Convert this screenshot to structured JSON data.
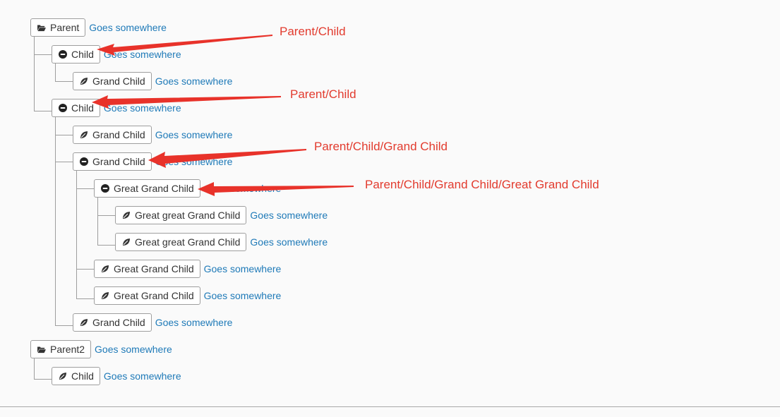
{
  "tree": [
    {
      "kind": "folder",
      "label": "Parent",
      "link": "Goes somewhere"
    },
    {
      "kind": "minus",
      "label": "Child",
      "link": "Goes somewhere"
    },
    {
      "kind": "leaf",
      "label": "Grand Child",
      "link": "Goes somewhere"
    },
    {
      "kind": "minus",
      "label": "Child",
      "link": "Goes somewhere"
    },
    {
      "kind": "leaf",
      "label": "Grand Child",
      "link": "Goes somewhere"
    },
    {
      "kind": "minus",
      "label": "Grand Child",
      "link": "Goes somewhere"
    },
    {
      "kind": "minus",
      "label": "Great Grand Child",
      "link": "Goes somewhere"
    },
    {
      "kind": "leaf",
      "label": "Great great Grand Child",
      "link": "Goes somewhere"
    },
    {
      "kind": "leaf",
      "label": "Great great Grand Child",
      "link": "Goes somewhere"
    },
    {
      "kind": "leaf",
      "label": "Great Grand Child",
      "link": "Goes somewhere"
    },
    {
      "kind": "leaf",
      "label": "Great Grand Child",
      "link": "Goes somewhere"
    },
    {
      "kind": "leaf",
      "label": "Grand Child",
      "link": "Goes somewhere"
    },
    {
      "kind": "folder",
      "label": "Parent2",
      "link": "Goes somewhere"
    },
    {
      "kind": "leaf",
      "label": "Child",
      "link": "Goes somewhere"
    }
  ],
  "annotations": [
    {
      "text": "Parent/Child"
    },
    {
      "text": "Parent/Child"
    },
    {
      "text": "Parent/Child/Grand Child"
    },
    {
      "text": "Parent/Child/Grand Child/Great Grand Child"
    }
  ],
  "colors": {
    "link": "#1f7ab8",
    "annotation": "#e23b2e",
    "border": "#9e9e9e",
    "text": "#333333"
  },
  "icons": {
    "folder": "folder-open-icon",
    "minus": "minus-circle-icon",
    "leaf": "leaf-icon"
  }
}
